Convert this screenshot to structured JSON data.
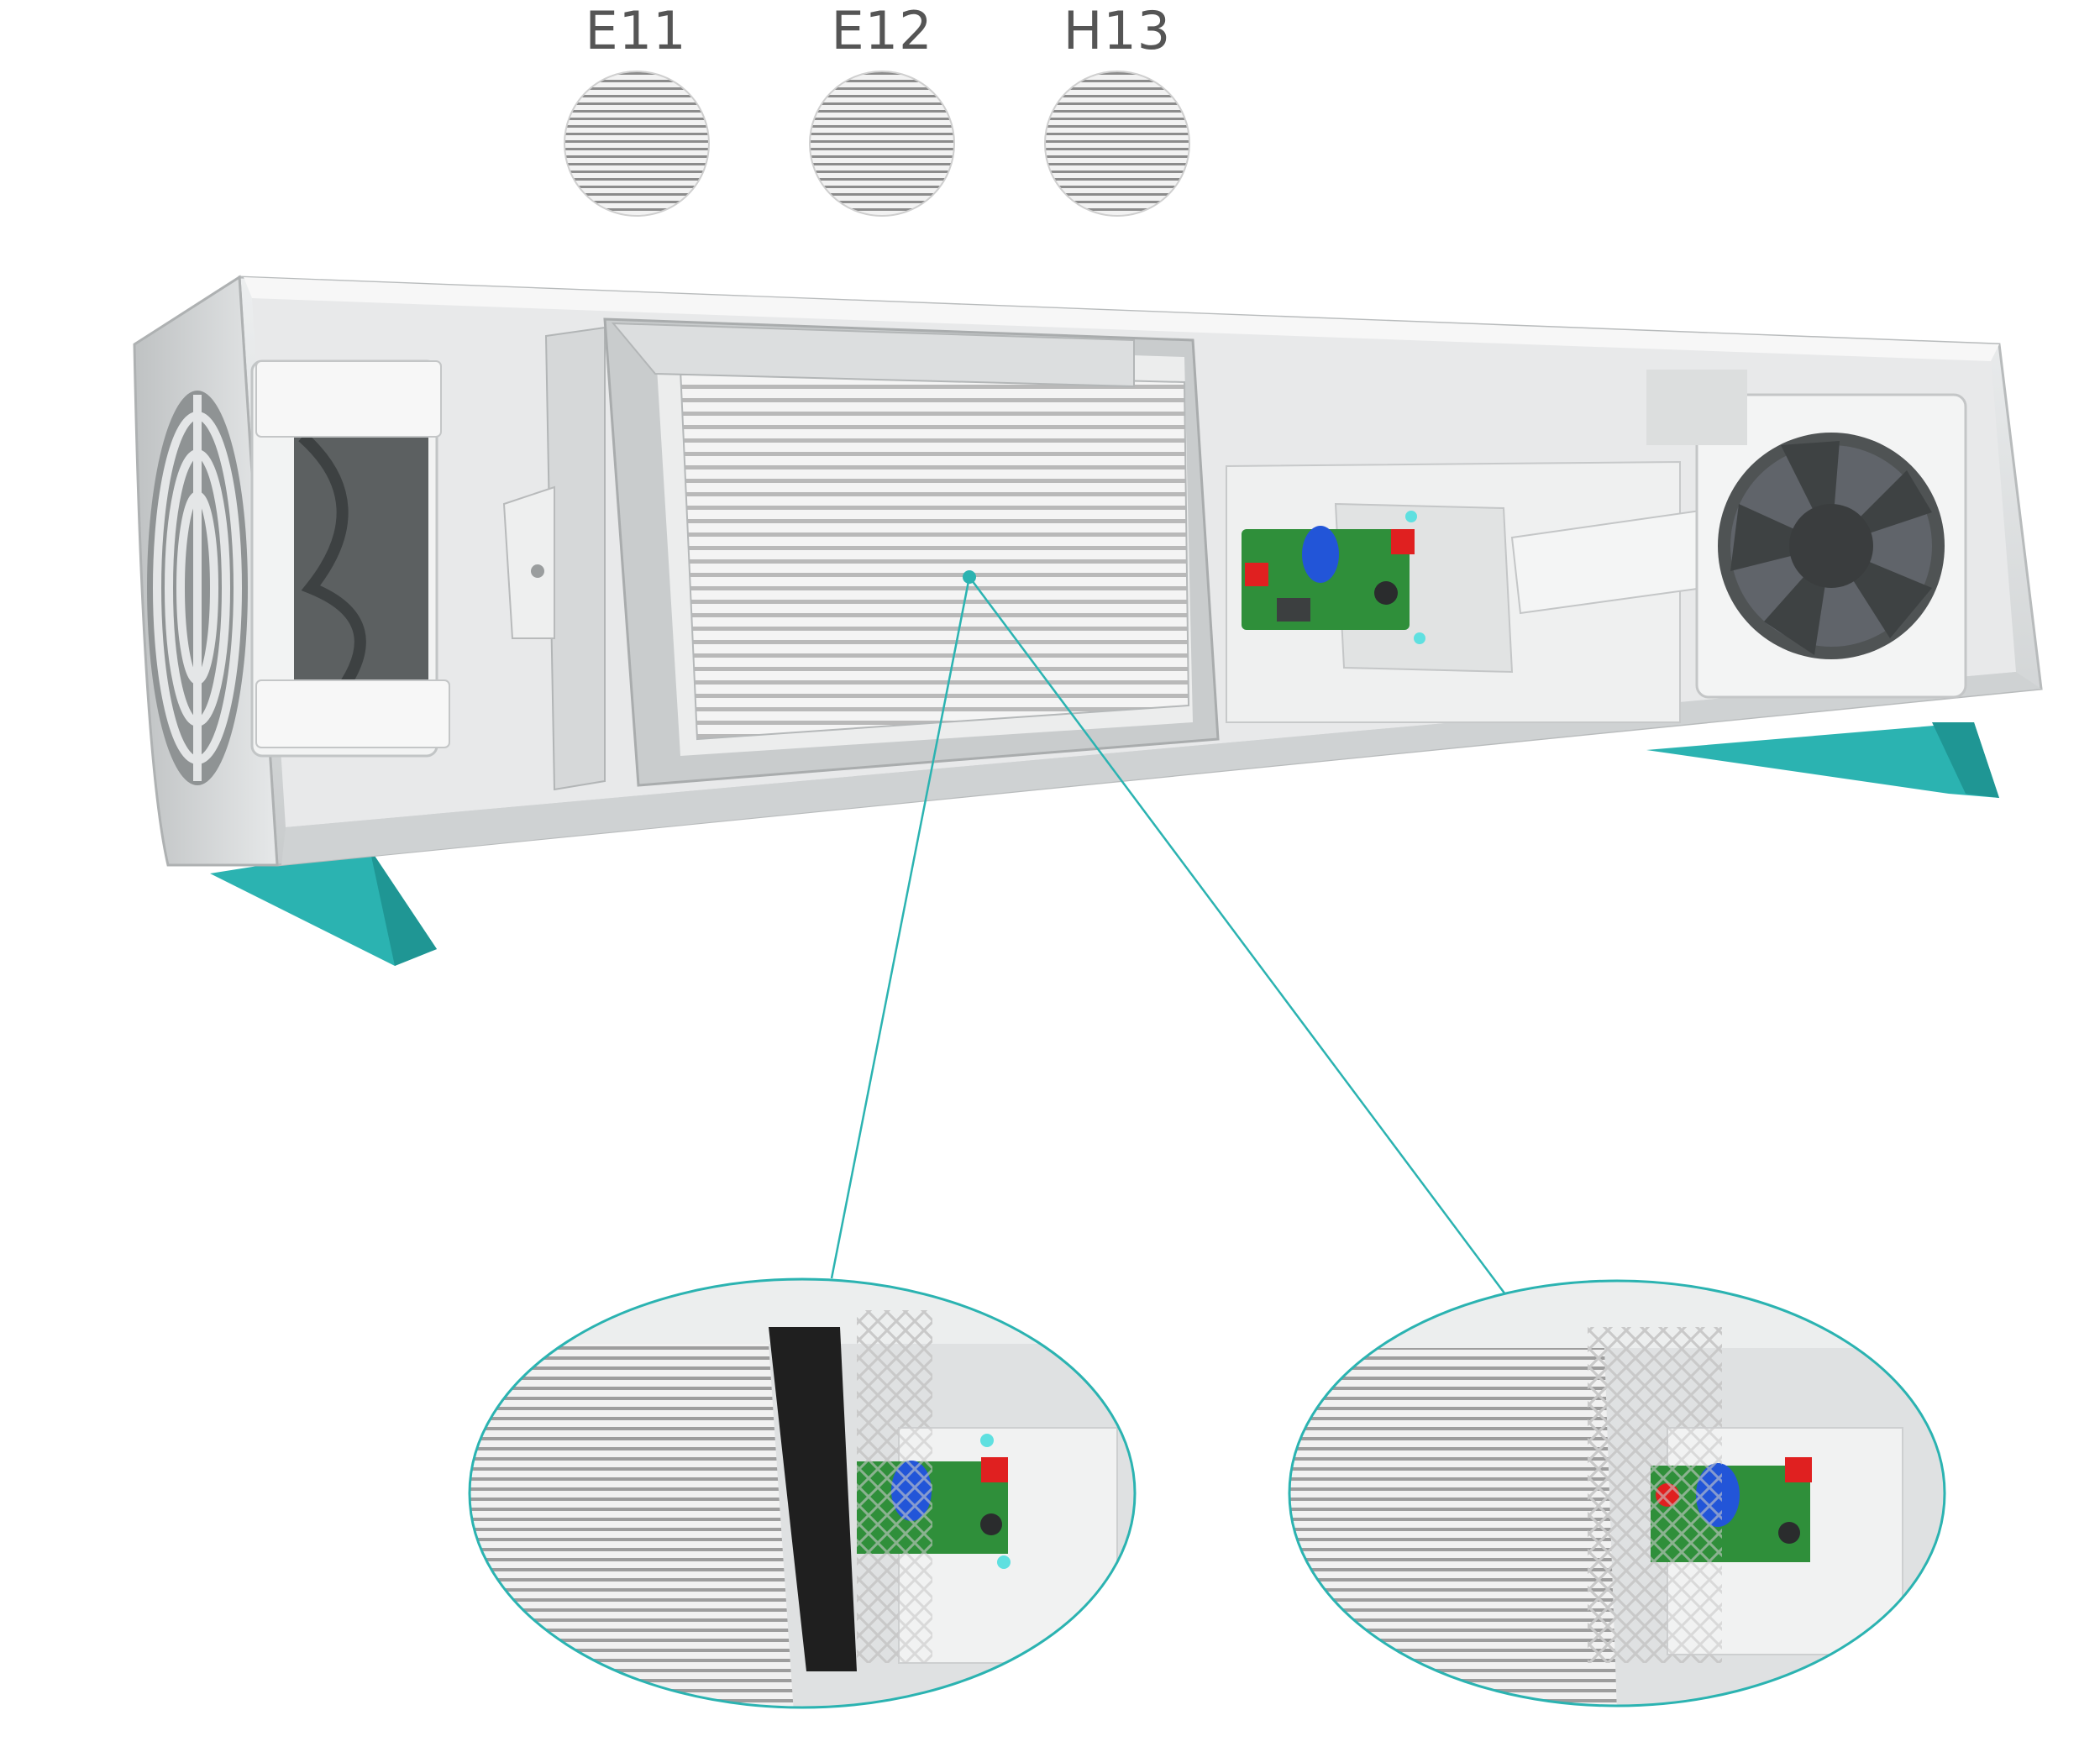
{
  "filter_grades": [
    {
      "label": "E11"
    },
    {
      "label": "E12"
    },
    {
      "label": "H13"
    }
  ],
  "colors": {
    "accent_teal": "#2bb3b1",
    "housing_grey": "#d9dbdc",
    "pcb_green": "#2f8f3a",
    "knob_blue": "#2255d8",
    "component_red": "#e02020"
  },
  "icons": [
    "fan-icon",
    "hepa-filter",
    "circuit-board",
    "uv-lamp",
    "mesh-grid"
  ]
}
